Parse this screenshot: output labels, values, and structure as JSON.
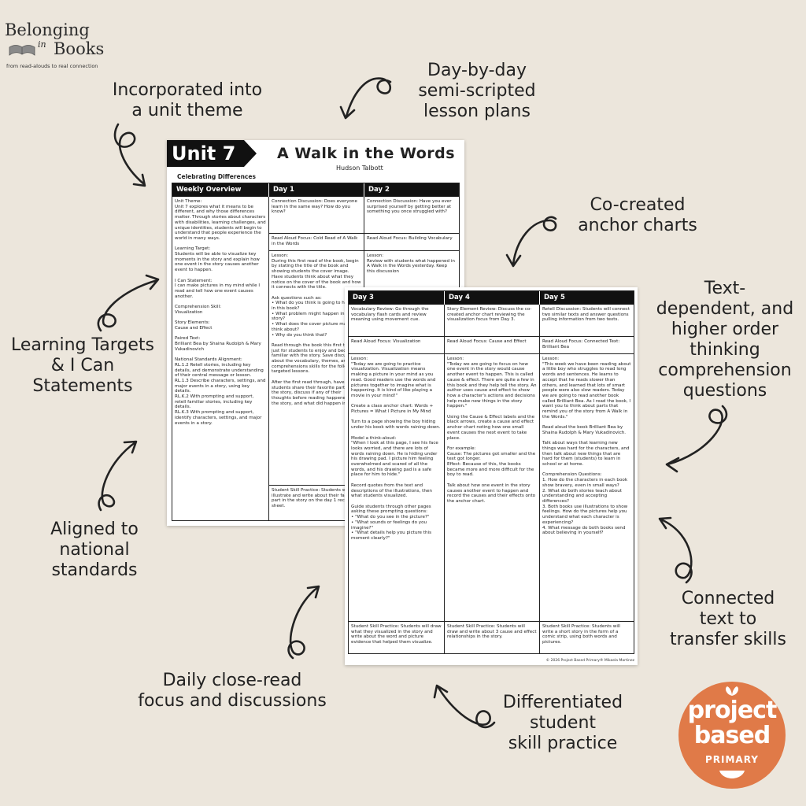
{
  "logo": {
    "line1": "Belonging",
    "in": "in",
    "books": "Books",
    "tagline": "from read-alouds to real connection"
  },
  "callouts": {
    "unit_theme": [
      "Incorporated into",
      "a unit theme"
    ],
    "lesson_plans": [
      "Day-by-day",
      "semi-scripted",
      "lesson plans"
    ],
    "anchor_charts": [
      "Co-created",
      "anchor charts"
    ],
    "text_dependent": [
      "Text-",
      "dependent, and",
      "higher order",
      "thinking",
      "comprehension",
      "questions"
    ],
    "learning_targets": [
      "Learning Targets",
      "& I Can",
      "Statements"
    ],
    "national_standards": [
      "Aligned to",
      "national",
      "standards"
    ],
    "connected_text": [
      "Connected",
      "text to",
      "transfer skills"
    ],
    "close_read": [
      "Daily close-read",
      "focus and discussions"
    ],
    "skill_practice": [
      "Differentiated",
      "student",
      "skill practice"
    ]
  },
  "sheet1": {
    "unit": "Unit 7",
    "title": "A Walk in the Words",
    "author": "Hudson Talbott",
    "subtitle": "Celebrating Differences",
    "headers": [
      "Weekly Overview",
      "Day 1",
      "Day 2"
    ],
    "overview": "Unit Theme:\nUnit 7 explores what it means to be different, and why those differences matter. Through stories about characters with disabilities, learning challenges, and unique identities, students will begin to understand that people experience the world in many ways.\n\nLearning Target:\nStudents will be able to visualize key moments in the story and explain how one event in the story causes another event to happen.\n\nI Can Statement:\nI can make pictures in my mind while I read and tell how one event causes another.\n\nComprehension Skill:\nVisualization\n\nStory Elements:\nCause and Effect\n\nPaired Text:\nBrilliant Bea by Shaina Rudolph & Mary Vukadinovich\n\nNational Standards Alignment:\nRL.1.2 Retell stories, including key details, and demonstrate understanding of their central message or lesson.\nRL.1.3 Describe characters, settings, and major events in a story, using key details.\nRL.K.2 With prompting and support, retell familiar stories, including key details.\nRL.K.3 With prompting and support, identify characters, settings, and major events in a story.",
    "day1": [
      "Connection Discussion: Does everyone learn in the same way? How do you know?",
      "Read Aloud Focus: Cold Read of A Walk in the Words",
      "Lesson:\nDuring this first read of the book, begin by stating the title of the book and showing students the cover image. Have students think about what they notice on the cover of the book and how it connects with the title.\n\nAsk questions such as:\n• What do you think is going to happen in this book?\n• What problem might happen in the story?\n• What does the cover picture make you think about?\n• Why do you think that?\n\nRead through the book this first time just for students to enjoy and become familiar with the story. Save discussions about the vocabulary, themes, and comprehensions skills for the following targeted lessons.\n\nAfter the first read through, have students share their favorite parts of the story, discuss if any of their thoughts before reading happened in the story, and what did happen instead.",
      "Student Skill Practice: Students will illustrate and write about their favorite part in the story on the day 1 recording sheet."
    ],
    "day2": [
      "Connection Discussion: Have you ever surprised yourself by getting better at something you once struggled with?",
      "Read Aloud Focus: Building Vocabulary",
      "Lesson:\nReview with students what happened in A Walk in the Words yesterday. Keep this discussion"
    ]
  },
  "sheet2": {
    "headers": [
      "Day 3",
      "Day 4",
      "Day 5"
    ],
    "day3": [
      "Vocabulary Review: Go through the vocabulary flash cards and review meaning using movement cue.",
      "Read Aloud Focus: Visualization",
      "Lesson:\n\"Today we are going to practice visualization. Visualization means making a picture in your mind as you read. Good readers use the words and pictures together to imagine what is happening. It is kind of like playing a movie in your mind!\"\n\nCreate a class anchor chart: Words + Pictures = What I Picture in My Mind\n\nTurn to a page showing the boy hiding under his book with words raining down.\n\nModel a think-aloud:\n\"When I look at this page, I see his face looks worried, and there are lots of words raining down. He is hiding under his drawing pad. I picture him feeling overwhelmed and scared of all the words, and his drawing pad is a safe place for him to hide.\"\n\nRecord quotes from the text and descriptions of the illustrations, then what students visualized.\n\nGuide students through other pages asking these prompting questions:\n• \"What do you see in the picture?\"\n• \"What sounds or feelings do you imagine?\"\n• \"What details help you picture this moment clearly?\"",
      "Student Skill Practice: Students will draw what they visualized in the story and write about the word and picture evidence that helped them visualize."
    ],
    "day4": [
      "Story Element Review: Discuss the co-created anchor chart reviewing the visualization focus from Day 3.",
      "Read Aloud Focus: Cause and Effect",
      "Lesson:\n\"Today we are going to focus on how one event in the story would cause another event to happen. This is called cause & effect. There are quite a few in this book and they help tell the story. An author uses cause and effect to show how a character's actions and decisions help make new things in the story happen.\"\n\nUsing the Cause & Effect labels and the black arrows, create a cause and effect anchor chart noting how one small event causes the next event to take place.\n\nFor example:\nCause: The pictures got smaller and the text got longer.\nEffect: Because of this, the books became more and more difficult for the boy to read.\n\nTalk about how one event in the story causes another event to happen and record the causes and their effects onto the anchor chart.",
      "Student Skill Practice: Students will draw and write about 3 cause and effect relationships in the story."
    ],
    "day5": [
      "Retell Discussion: Students will connect two similar texts and answer questions pulling information from two texts.",
      "Read Aloud Focus: Connected Text: Brilliant Bea",
      "Lesson:\n\"This week we have been reading about a little boy who struggles to read long words and sentences. He learns to accept that he reads slower than others, and learned that lots of smart people were also slow readers. Today we are going to read another book called Brilliant Bea. As I read the book, I want you to think about parts that remind you of the story from A Walk in the Words.\"\n\nRead aloud the book Brilliant Bea by Shaina Rudolph & Mary Vukadinovich.\n\nTalk about ways that learning new things was hard for the characters, and then talk about new things that are hard for them (students) to learn in school or at home.\n\nComprehension Questions:\n1. How do the characters in each book show bravery, even in small ways?\n2. What do both stories teach about understanding and accepting differences?\n3. Both books use illustrations to show feelings. How do the pictures help you understand what each character is experiencing?\n4. What message do both books send about believing in yourself?",
      "Student Skill Practice: Students will write a short story in the form of a comic strip, using both words and pictures."
    ],
    "footer": "© 2026 Project Based Primary® Mikaela Martinez"
  },
  "badge": {
    "line1": "project",
    "line2": "based",
    "line3": "PRIMARY",
    "color": "#e07a48"
  }
}
